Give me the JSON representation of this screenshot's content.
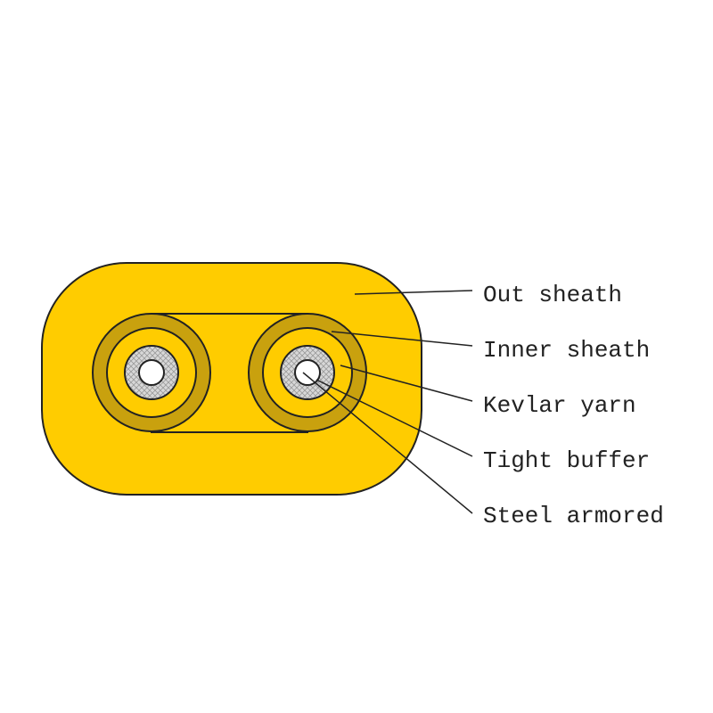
{
  "labels": {
    "out_sheath": "Out sheath",
    "inner_sheath": "Inner sheath",
    "kevlar_yarn": "Kevlar yarn",
    "tight_buffer": "Tight buffer",
    "steel_armored": "Steel armored"
  },
  "colors": {
    "outer_sheath_fill": "#ffcc00",
    "inner_ring_fill": "#c9a10e",
    "kevlar_fill": "#ffcc00",
    "tight_buffer_fill": "#d8d8d8",
    "core_fill": "#ffffff",
    "outline": "#222222"
  }
}
